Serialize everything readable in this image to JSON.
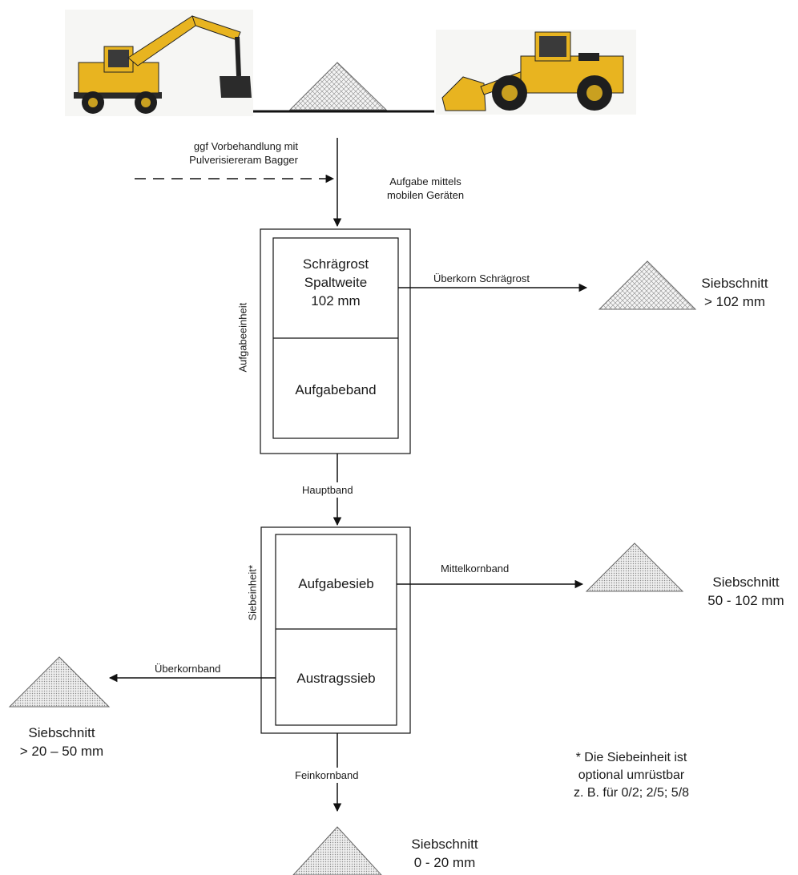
{
  "top": {
    "pretreatment": "ggf Vorbehandlung mit\nPulverisiereram Bagger",
    "feed_note": "Aufgabe mittels\nmobilen Geräten"
  },
  "feed_unit": {
    "side_label": "Aufgabeeinheit",
    "upper_box": "Schrägrost\nSpaltweite\n102 mm",
    "lower_box": "Aufgabeband",
    "oversize_line": "Überkorn Schrägrost",
    "output_label": "Siebschnitt\n> 102 mm"
  },
  "main_belt": "Hauptband",
  "screen_unit": {
    "side_label": "Siebeinheit*",
    "upper_box": "Aufgabesieb",
    "lower_box": "Austragssieb",
    "middle_line": "Mittelkornband",
    "middle_output": "Siebschnitt\n50 - 102 mm",
    "oversize_line": "Überkornband",
    "oversize_output": "Siebschnitt\n> 20 – 50 mm"
  },
  "fine_belt": "Feinkornband",
  "fine_output": "Siebschnitt\n0 - 20 mm",
  "footnote": "* Die Siebeinheit ist\noptional umrüstbar\nz. B. für 0/2; 2/5; 5/8",
  "colors": {
    "machine_yellow": "#e8b420",
    "line": "#111111",
    "pile_fill": "#d9d9d9"
  }
}
